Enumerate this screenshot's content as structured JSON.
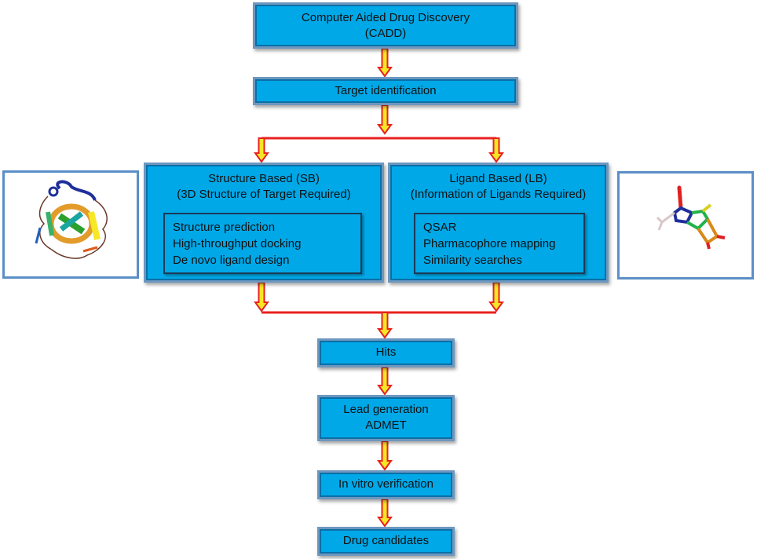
{
  "nodes": {
    "cadd": {
      "line1": "Computer Aided Drug Discovery",
      "line2": "(CADD)"
    },
    "target": {
      "label": "Target identification"
    },
    "sb": {
      "title1": "Structure Based (SB)",
      "title2": "(3D Structure of Target Required)",
      "items": [
        "Structure prediction",
        "High-throughput docking",
        "De novo ligand design"
      ]
    },
    "lb": {
      "title1": "Ligand Based (LB)",
      "title2": "(Information of Ligands Required)",
      "items": [
        "QSAR",
        "Pharmacophore mapping",
        "Similarity searches"
      ]
    },
    "hits": {
      "label": "Hits"
    },
    "lead": {
      "line1": "Lead generation",
      "line2": "ADMET"
    },
    "invitro": {
      "label": "In vitro verification"
    },
    "drug": {
      "label": "Drug candidates"
    }
  },
  "colors": {
    "box_fill": "#00a8e8",
    "connector": "#e8211f",
    "arrow_fill": "#f5e626"
  }
}
